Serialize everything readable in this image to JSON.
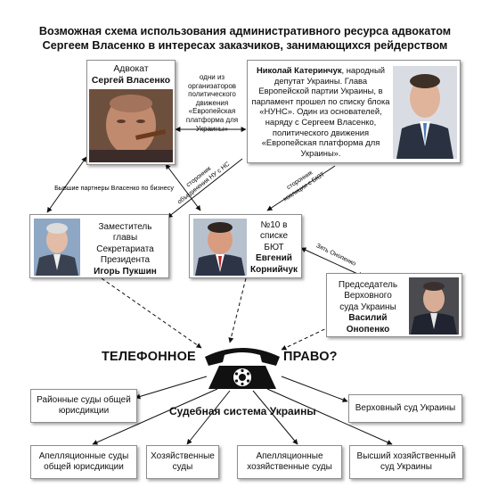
{
  "title": {
    "line1": "Возможная схема использования административного ресурса адвокатом",
    "line2": "Сергеем Власенко в интересах заказчиков, занимающихся рейдерством"
  },
  "vlasenko": {
    "role": "Адвокат",
    "name": "Сергей Власенко"
  },
  "katerinchuk": {
    "name": "Николай Катеринчук",
    "line1_rest": ", народный",
    "line2": "депутат Украины. Глава",
    "line3": "Европейской партии Украины, в",
    "line4": "парламент прошел по списку блока",
    "line5": "«НУНС». Один из основателей,",
    "line6": "наряду с Сергеем Власенко,",
    "line7": "политического движения",
    "line8": "«Европейская платформа для",
    "line9": "Украины»."
  },
  "organizers_note": [
    "одни из",
    "организаторов",
    "политического",
    "движения",
    "«Европейская",
    "платформа для",
    "Украины»"
  ],
  "pukshin": {
    "line1": "Заместитель",
    "line2": "главы",
    "line3": "Секретариата",
    "line4": "Президента",
    "name": "Игорь Пукшин"
  },
  "korniychuk": {
    "line1": "№10 в",
    "line2": "списке",
    "line3": "БЮТ",
    "name1": "Евгений",
    "name2": "Корнийчук"
  },
  "onopenko": {
    "line1": "Председатель",
    "line2": "Верховного",
    "line3": "суда Украины",
    "name1": "Василий",
    "name2": "Онопенко"
  },
  "labels": {
    "former_partners": "Бывшие партнеры Власенко по бизнесу",
    "nuns_1": "сторонник",
    "nuns_2": "объединения НУ с НС",
    "byut_1": "сторонник",
    "byut_2": "коалиции с БЮТ",
    "son_in_law": "Зять Онопенко"
  },
  "phone": {
    "left": "ТЕЛЕФОННОЕ",
    "right": "ПРАВО?"
  },
  "judicial_system": "Судебная система Украины",
  "courts": {
    "district": "Районные суды общей юрисдикции",
    "supreme": "Верховный суд Украины",
    "appeal_general": "Апелляционные суды общей юрисдикции",
    "economic": "Хозяйственные суды",
    "appeal_economic": "Апелляционные хозяйственные суды",
    "high_economic": "Высший хозяйственный суд Украины"
  },
  "colors": {
    "border": "#8e8e8e",
    "shadow": "#999999",
    "phone": "#111111"
  }
}
